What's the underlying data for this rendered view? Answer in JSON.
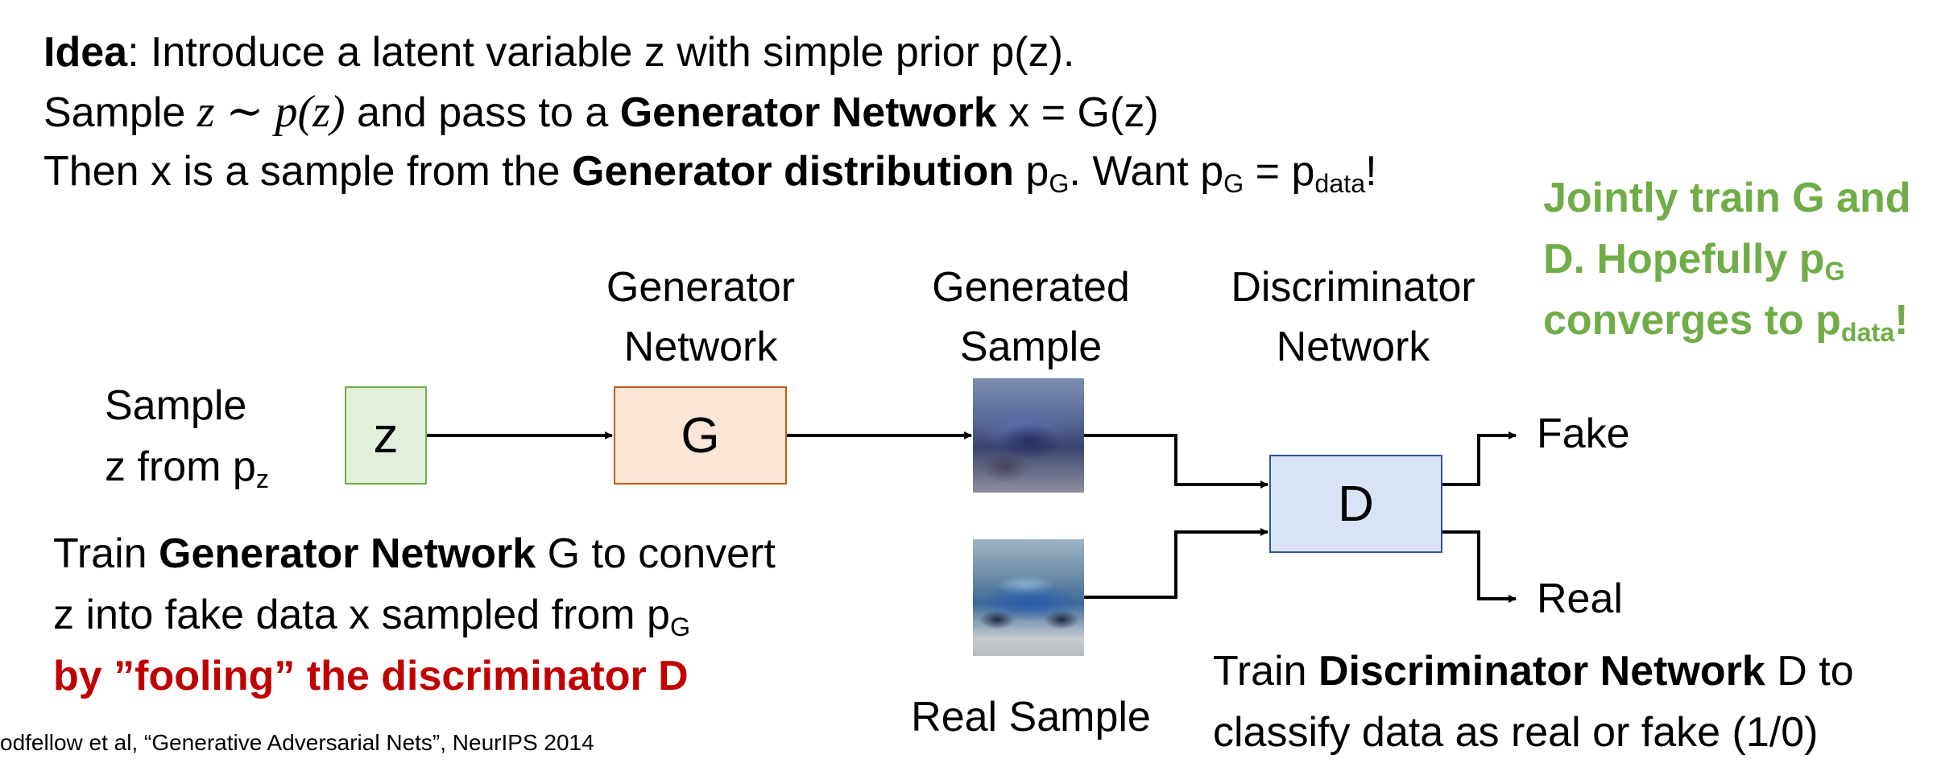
{
  "intro": {
    "line1": {
      "bold": "Idea",
      "text": ": Introduce a latent variable z with simple prior p(z)."
    },
    "line2": {
      "pre": "Sample ",
      "math": "z ∼ p(z)",
      "mid": " and pass to a ",
      "bold": "Generator Network",
      "post": " x = G(z)"
    },
    "line3": {
      "pre": "Then x is a sample from the ",
      "bold": "Generator distribution",
      "p1": " p",
      "sub1": "G",
      "mid": ". Want p",
      "sub2": "G",
      "eq": " = p",
      "sub3": "data",
      "post": "!"
    }
  },
  "callout": {
    "line1": "Jointly train G and",
    "line2_pre": "D. Hopefully p",
    "line2_sub": "G",
    "line3_pre": "converges to p",
    "line3_sub": "data",
    "line3_post": "!",
    "color": "#70ad47"
  },
  "diagram": {
    "sample_label": {
      "line1": "Sample",
      "line2_pre": "z from p",
      "line2_sub": "z"
    },
    "z_box": {
      "label": "z",
      "fill": "#e2efda",
      "border": "#70ad47"
    },
    "generator_label": {
      "line1": "Generator",
      "line2": "Network"
    },
    "g_box": {
      "label": "G",
      "fill": "#fbe5d6",
      "border": "#c55a11"
    },
    "generated_label": {
      "line1": "Generated",
      "line2": "Sample"
    },
    "discriminator_label": {
      "line1": "Discriminator",
      "line2": "Network"
    },
    "d_box": {
      "label": "D",
      "fill": "#dae3f3",
      "border": "#2f5597"
    },
    "fake_label": "Fake",
    "real_label": "Real",
    "real_sample_label": "Real Sample"
  },
  "generator_train": {
    "line1_pre": "Train ",
    "line1_bold": "Generator Network",
    "line1_post": " G to convert",
    "line2_pre": "z into fake data x sampled from p",
    "line2_sub": "G",
    "line3": "by ”fooling” the discriminator D",
    "line3_color": "#c00000"
  },
  "discriminator_train": {
    "line1_pre": "Train  ",
    "line1_bold": "Discriminator Network",
    "line1_post": " D to",
    "line2": "classify data as real or fake (1/0)"
  },
  "citation": "odfellow et al, “Generative Adversarial Nets”, NeurIPS 2014"
}
